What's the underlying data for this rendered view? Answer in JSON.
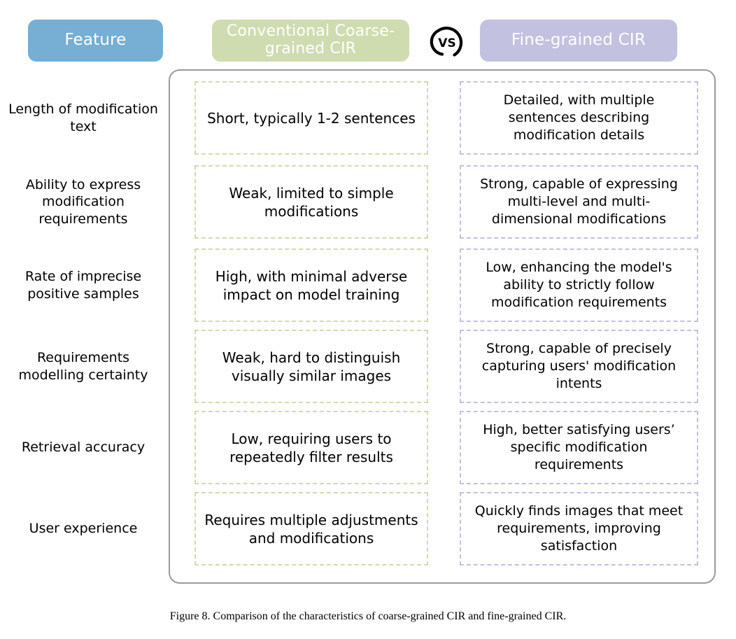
{
  "header": {
    "feature_label": "Feature",
    "coarse_label": "Conventional Coarse-grained CIR",
    "fine_label": "Fine-grained CIR",
    "vs_label": "VS",
    "colors": {
      "feature_bg": "#76AED4",
      "coarse_bg": "#CFDCB0",
      "fine_bg": "#C3C1E0",
      "coarse_border": "#CFDCB0",
      "fine_border": "#C3C1E0",
      "container_border": "#9A9A9A",
      "text_on_header": "#FFFFFF",
      "body_text": "#000000"
    }
  },
  "columns": [
    "Feature",
    "Conventional Coarse-grained CIR",
    "Fine-grained CIR"
  ],
  "rows": [
    {
      "feature": "Length of modification text",
      "coarse": "Short, typically 1-2 sentences",
      "fine": "Detailed, with multiple sentences describing modification details"
    },
    {
      "feature": "Ability to express modification requirements",
      "coarse": "Weak, limited to simple modifications",
      "fine": "Strong, capable of expressing multi-level and multi-dimensional modifications"
    },
    {
      "feature": "Rate of imprecise positive samples",
      "coarse": "High, with minimal adverse impact on model training",
      "fine": "Low, enhancing the model's ability to strictly follow modification requirements"
    },
    {
      "feature": "Requirements modelling certainty",
      "coarse": "Weak, hard to distinguish visually similar images",
      "fine": "Strong, capable of precisely capturing users' modification intents"
    },
    {
      "feature": "Retrieval accuracy",
      "coarse": "Low, requiring users to repeatedly filter results",
      "fine": "High, better satisfying users’ specific modification requirements"
    },
    {
      "feature": "User experience",
      "coarse": "Requires multiple adjustments and modifications",
      "fine": "Quickly finds images that meet requirements, improving satisfaction"
    }
  ],
  "caption": "Figure 8. Comparison of the characteristics of coarse-grained CIR and fine-grained CIR."
}
